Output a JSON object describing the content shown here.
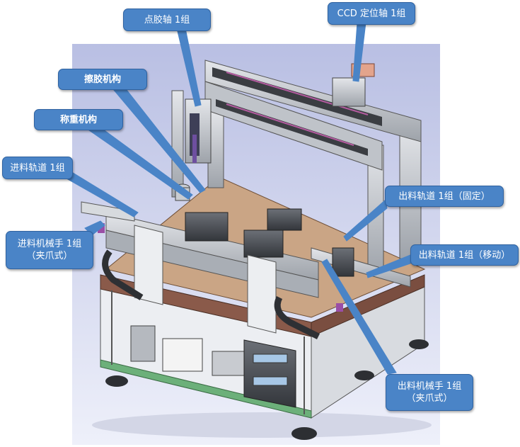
{
  "labels": {
    "dispense_axis": "点胶轴 1组",
    "ccd_axis": "CCD 定位轴 1组",
    "wipe_mechanism": "擦胶机构",
    "weigh_mechanism": "称重机构",
    "infeed_track": "进料轨道 1组",
    "infeed_gripper": "进料机械手 1组\n（夹爪式）",
    "outfeed_track_fixed": "出料轨道 1组（固定）",
    "outfeed_track_moving": "出料轨道 1组（移动）",
    "outfeed_gripper": "出料机械手 1组\n（夹爪式）"
  },
  "colors": {
    "callout_fill": "#4a84c7",
    "frame_panel": "#8a5a4a",
    "background_gradient_top": "#b7bde0"
  }
}
